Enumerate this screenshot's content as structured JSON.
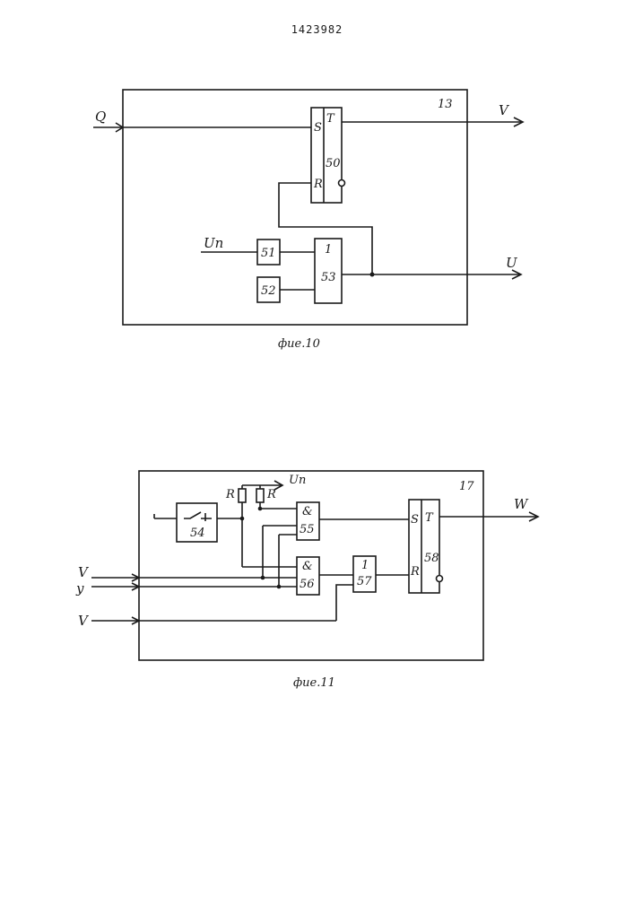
{
  "page_number": "1423982",
  "fig10": {
    "block_number": "13",
    "input_q": "Q",
    "output_v": "V",
    "output_u": "U",
    "input_un": "Uп",
    "trigger": {
      "s": "S",
      "t": "T",
      "r": "R",
      "number": "50"
    },
    "block51": "51",
    "block52": "52",
    "or_gate": {
      "symbol": "1",
      "number": "53"
    },
    "caption": "фие.10"
  },
  "fig11": {
    "block_number": "17",
    "input_v": "V",
    "input_y": "y",
    "input_v2": "V",
    "output_w": "W",
    "supply": "Uп",
    "resistor1": "R",
    "resistor2": "R",
    "switch_number": "54",
    "and55": {
      "symbol": "&",
      "number": "55"
    },
    "and56": {
      "symbol": "&",
      "number": "56"
    },
    "or57": {
      "symbol": "1",
      "number": "57"
    },
    "trigger": {
      "s": "S",
      "t": "T",
      "r": "R",
      "number": "58"
    },
    "caption": "фие.11"
  }
}
